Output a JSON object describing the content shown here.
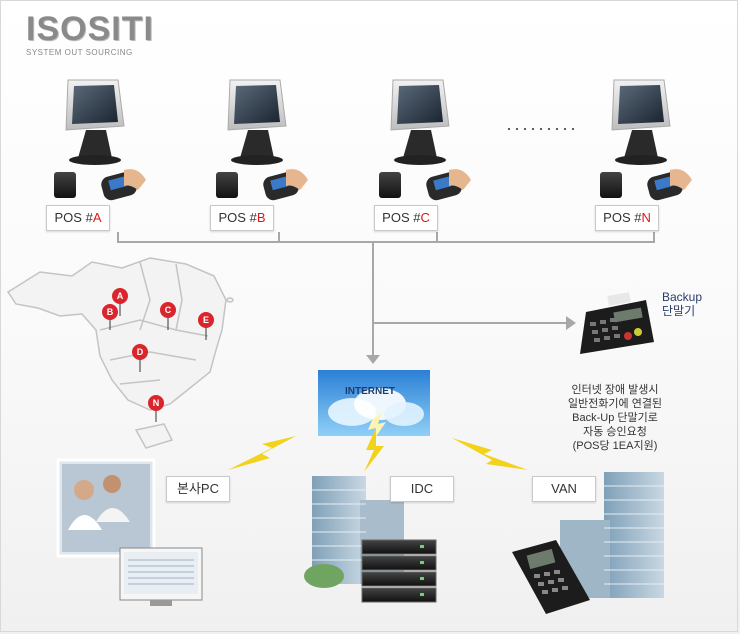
{
  "logo": {
    "title": "ISOSITI",
    "subtitle": "SYSTEM OUT SOURCING"
  },
  "pos_terminals": [
    {
      "prefix": "POS #",
      "id": "A"
    },
    {
      "prefix": "POS #",
      "id": "B"
    },
    {
      "prefix": "POS #",
      "id": "C"
    },
    {
      "prefix": "POS #",
      "id": "N"
    }
  ],
  "ellipsis": "·········",
  "map_markers": [
    "A",
    "B",
    "C",
    "D",
    "E",
    "N"
  ],
  "internet_label": "INTERNET",
  "backup": {
    "title_line1": "Backup",
    "title_line2": "단말기",
    "desc_lines": [
      "인터넷 장애 발생시",
      "일반전화기에 연결된",
      "Back-Up 단말기로",
      "자동 승인요청",
      "(POS당 1EA지원)"
    ]
  },
  "destinations": {
    "hq": "본사PC",
    "idc": "IDC",
    "van": "VAN"
  },
  "colors": {
    "line": "#a8a8a8",
    "marker": "#d9252b",
    "lightning": "#f2d21a",
    "accent_red": "#d91a1a"
  }
}
